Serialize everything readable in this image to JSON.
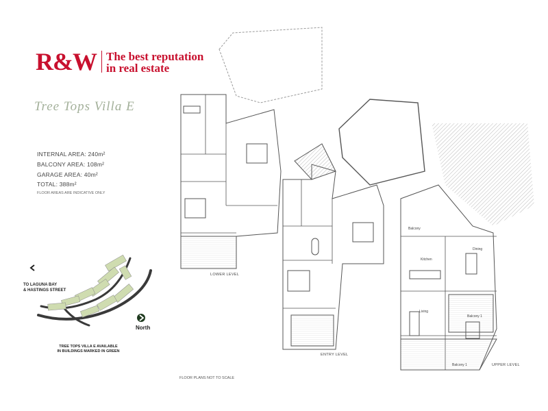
{
  "brand": {
    "logo_text": "R&W",
    "tagline_line1": "The best reputation",
    "tagline_line2": "in real estate",
    "brand_color": "#c8102e"
  },
  "property": {
    "title": "Tree Tops Villa E",
    "internal_area": "INTERNAL AREA: 240m²",
    "balcony_area": "BALCONY AREA: 108m²",
    "garage_area": "GARAGE AREA: 40m²",
    "total": "TOTAL: 388m²",
    "floor_note": "FLOOR AREAS ARE INDICATIVE ONLY"
  },
  "map": {
    "direction_label_line1": "TO LAGUNA BAY",
    "direction_label_line2": "& HASTINGS STREET",
    "north_label": "North",
    "caption_line1": "TREE TOPS VILLA E AVAILABLE",
    "caption_line2": "IN BUILDINGS MARKED IN GREEN",
    "highlight_color": "#cfdcb0",
    "road_color": "#3a3a3a"
  },
  "plans": {
    "lower_level": "LOWER LEVEL",
    "entry_level": "ENTRY LEVEL",
    "upper_level": "UPPER LEVEL",
    "scale_note": "FLOOR PLANS NOT TO SCALE",
    "rooms": {
      "kitchen": "Kitchen",
      "living": "Living",
      "dining": "Dining",
      "balcony_1": "Balcony 1",
      "balcony": "Balcony"
    }
  }
}
